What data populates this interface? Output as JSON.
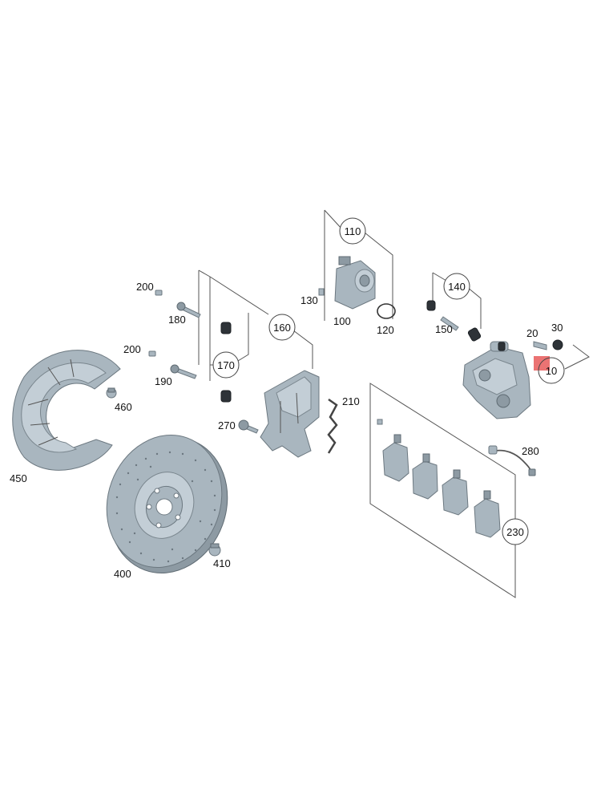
{
  "callouts": {
    "c10": "10",
    "c20": "20",
    "c30": "30",
    "c100": "100",
    "c110": "110",
    "c120": "120",
    "c130": "130",
    "c140": "140",
    "c150": "150",
    "c160": "160",
    "c170": "170",
    "c180": "180",
    "c190": "190",
    "c200a": "200",
    "c200b": "200",
    "c210": "210",
    "c230": "230",
    "c270": "270",
    "c280": "280",
    "c400": "400",
    "c410": "410",
    "c450": "450",
    "c460": "460"
  },
  "colors": {
    "highlight": "#e85a5a",
    "part": "#a9b6bf"
  }
}
